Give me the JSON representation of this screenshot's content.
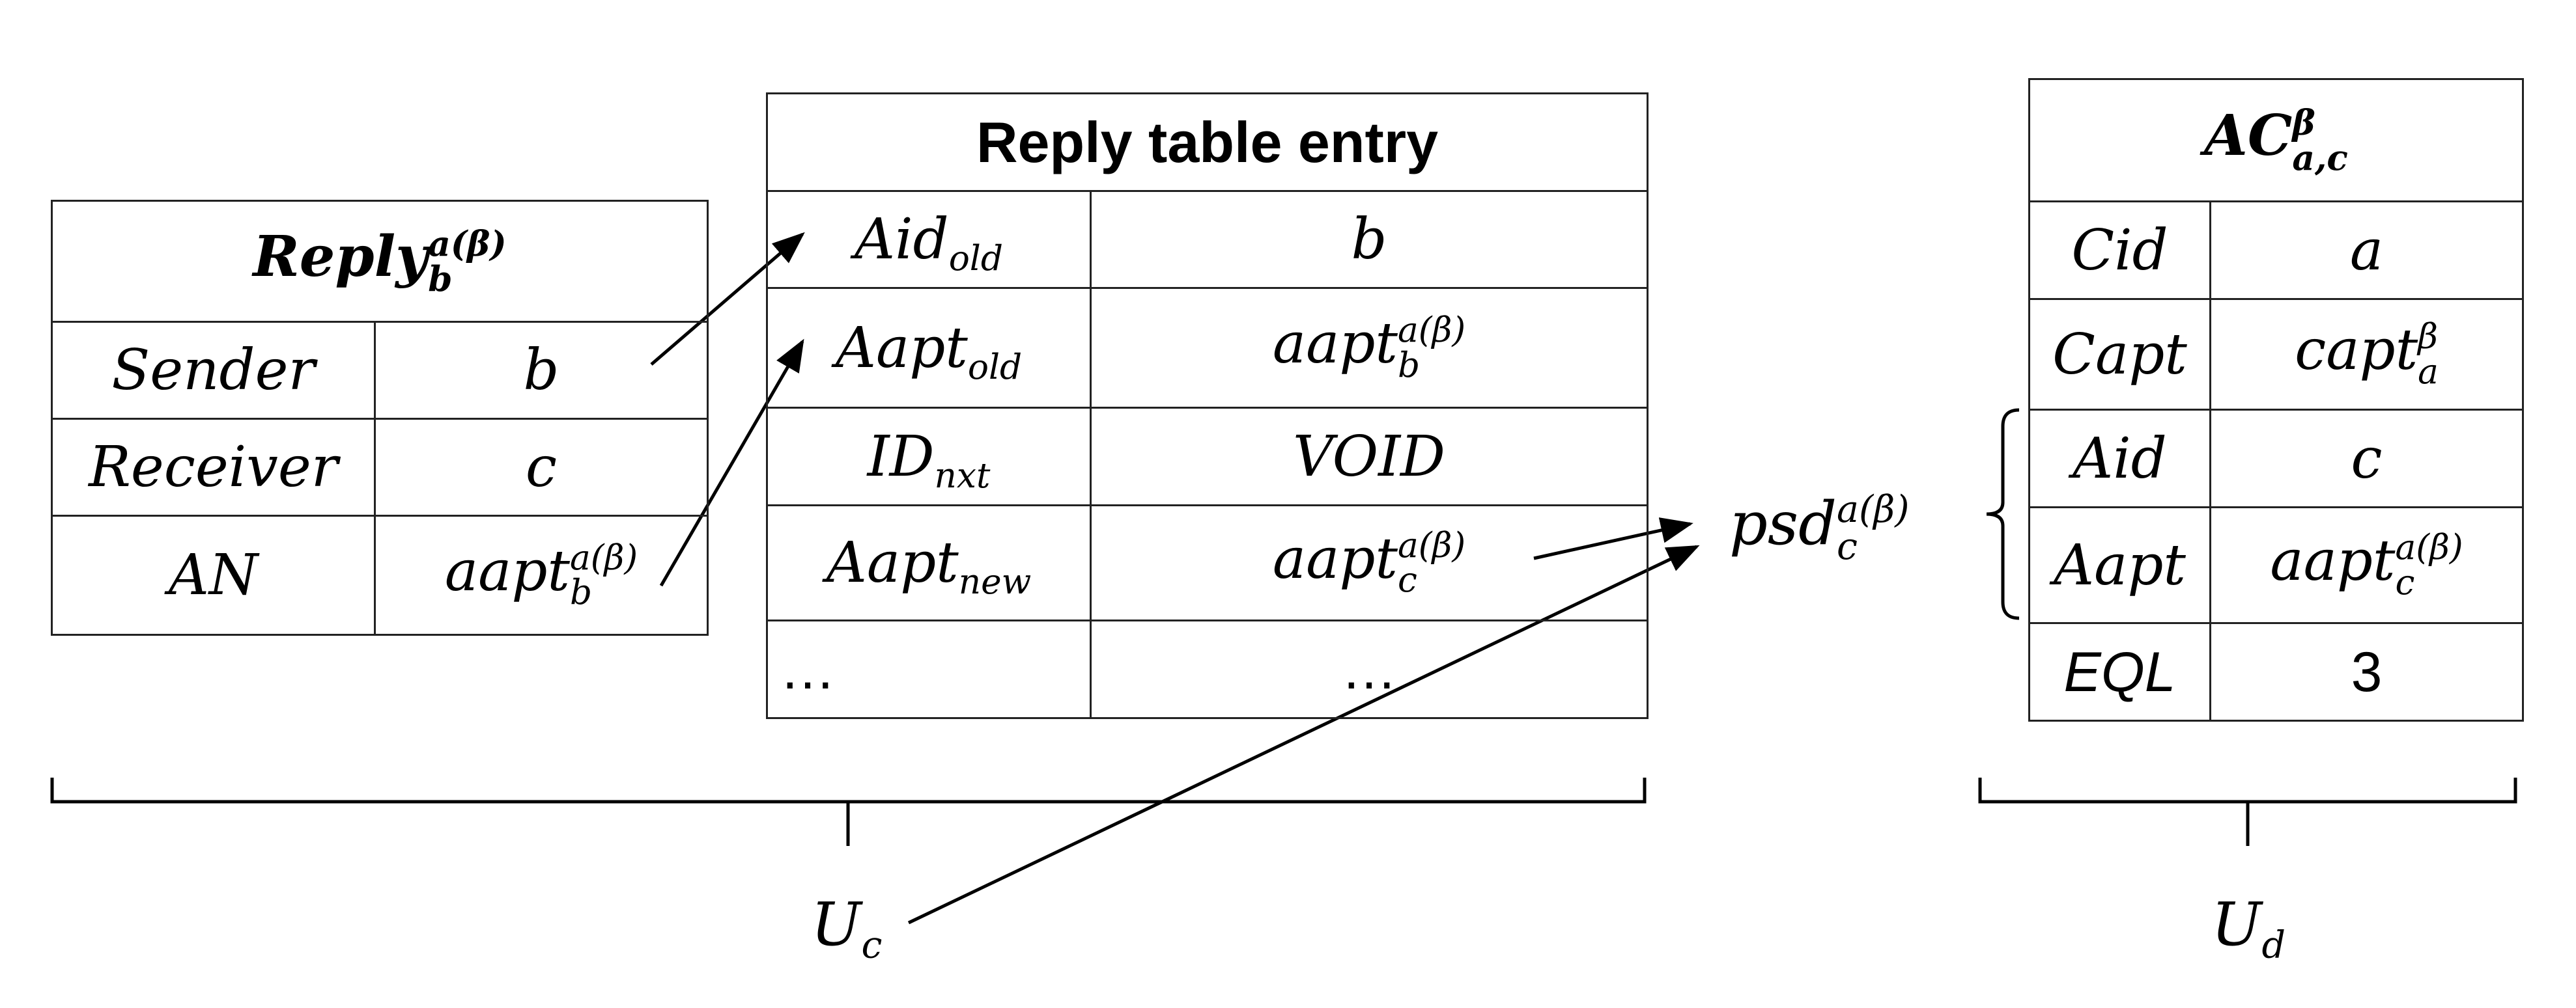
{
  "reply_table": {
    "title_base": "Reply",
    "title_sup": "a(β)",
    "title_sub": "b",
    "rows": [
      {
        "key": "Sender",
        "value": "b"
      },
      {
        "key": "Receiver",
        "value": "c"
      },
      {
        "key": "AN",
        "value_base": "aapt",
        "value_sup": "a(β)",
        "value_sub": "b"
      }
    ]
  },
  "entry_table": {
    "title": "Reply table entry",
    "rows": [
      {
        "key_base": "Aid",
        "key_sub": "old",
        "value": "b"
      },
      {
        "key_base": "Aapt",
        "key_sub": "old",
        "value_base": "aapt",
        "value_sup": "a(β)",
        "value_sub": "b"
      },
      {
        "key_base": "ID",
        "key_sub": "nxt",
        "value": "VOID"
      },
      {
        "key_base": "Aapt",
        "key_sub": "new",
        "value_base": "aapt",
        "value_sup": "a(β)",
        "value_sub": "c"
      },
      {
        "key": "…",
        "value": "…"
      }
    ]
  },
  "ac_table": {
    "title_base": "AC",
    "title_sup": "β",
    "title_sub": "a,c",
    "rows": [
      {
        "key": "Cid",
        "value": "a"
      },
      {
        "key": "Capt",
        "value_base": "capt",
        "value_sup": "β",
        "value_sub": "a"
      },
      {
        "key": "Aid",
        "value": "c"
      },
      {
        "key": "Aapt",
        "value_base": "aapt",
        "value_sup": "a(β)",
        "value_sub": "c"
      },
      {
        "key": "EQL",
        "value": "3"
      }
    ]
  },
  "psd_label": {
    "base": "psd",
    "sup": "a(β)",
    "sub": "c"
  },
  "uc_label": {
    "base": "U",
    "sub": "c"
  },
  "ud_label": {
    "base": "U",
    "sub": "d"
  }
}
